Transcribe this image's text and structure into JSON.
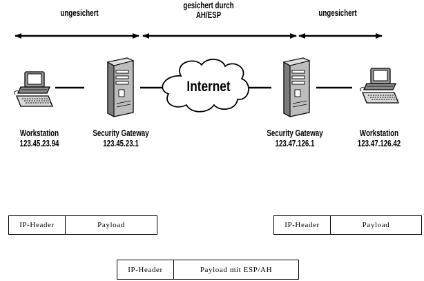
{
  "zones": {
    "left": {
      "text": "ungesichert"
    },
    "middle": {
      "line1": "gesichert durch",
      "line2": "AH/ESP"
    },
    "right": {
      "text": "ungesichert"
    }
  },
  "cloud": {
    "label": "Internet"
  },
  "nodes": [
    {
      "name": "Workstation",
      "address": "123.45.23.94"
    },
    {
      "name": "Security Gateway",
      "address": "123.45.23.1"
    },
    {
      "name": "Security Gateway",
      "address": "123.47.126.1"
    },
    {
      "name": "Workstation",
      "address": "123.47.126.42"
    }
  ],
  "packets": {
    "left": {
      "header": "IP-Header",
      "payload": "Payload"
    },
    "right": {
      "header": "IP-Header",
      "payload": "Payload"
    },
    "tunnel": {
      "header": "IP-Header",
      "payload": "Payload mit ESP/AH"
    }
  }
}
